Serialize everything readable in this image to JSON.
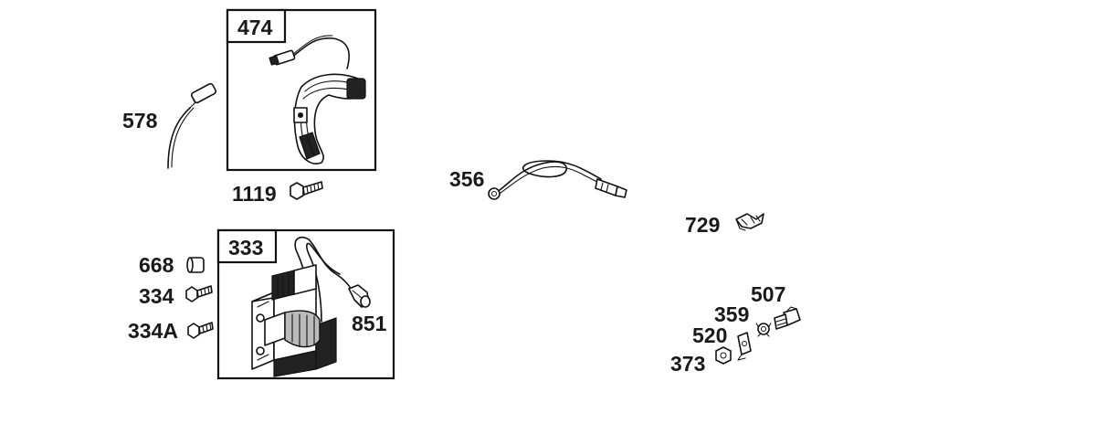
{
  "parts": {
    "p474": "474",
    "p578": "578",
    "p1119": "1119",
    "p333": "333",
    "p668": "668",
    "p334": "334",
    "p334a": "334A",
    "p851": "851",
    "p356": "356",
    "p729": "729",
    "p507": "507",
    "p359": "359",
    "p520": "520",
    "p373": "373"
  }
}
